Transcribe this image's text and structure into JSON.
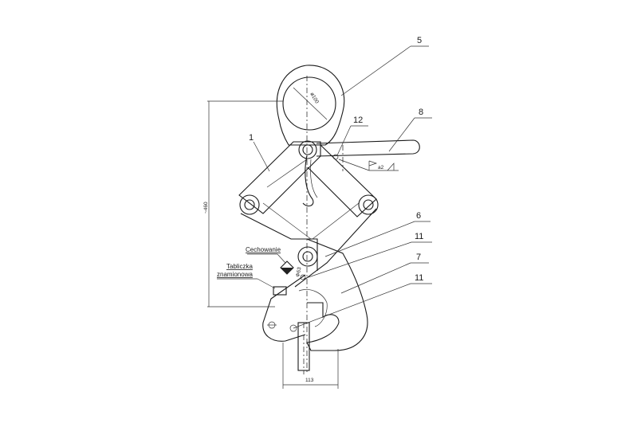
{
  "parts": [
    {
      "number": "5"
    },
    {
      "number": "8"
    },
    {
      "number": "12"
    },
    {
      "number": "1"
    },
    {
      "number": "6"
    },
    {
      "number": "11"
    },
    {
      "number": "7"
    },
    {
      "number": "11"
    }
  ],
  "labels": {
    "marking": "Cechowanie",
    "nameplate_line1": "Tabliczka",
    "nameplate_line2": "znamionowa"
  },
  "dimensions": {
    "eye_diameter": "ø100",
    "height": "~460",
    "width": "113",
    "weld": "a2",
    "small_mark": "Φ63"
  }
}
